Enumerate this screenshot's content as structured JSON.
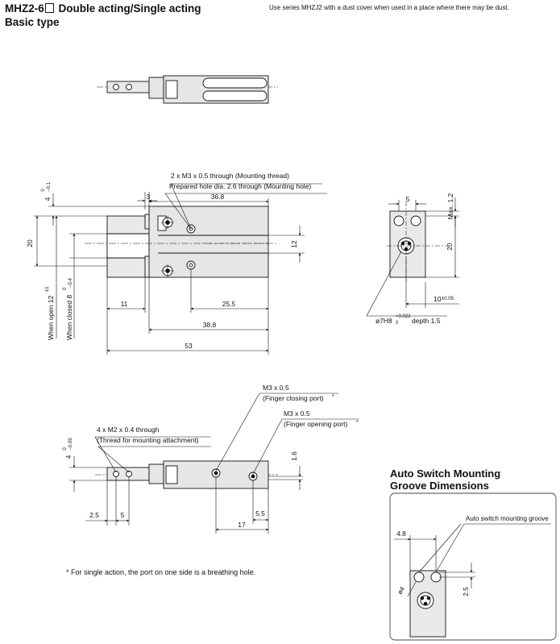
{
  "header": {
    "title_line1": "MHZ2-6",
    "title_line1_suffix": "Double acting/Single acting",
    "title_line2": "Basic type",
    "note": "Use series MHZJ2 with a dust cover when used in a place where there may be dust."
  },
  "view2": {
    "callout_line1": "2 x M3 x 0.5 through (Mounting thread)",
    "callout_line2": "Prepared hole dia. 2.6 through (Mounting hole)",
    "dim_3": "3",
    "dim_36_8": "36.8",
    "dim_4": "4",
    "dim_4_tol_top": "0",
    "dim_4_tol_bot": "−0.1",
    "dim_20": "20",
    "dim_12": "12",
    "dim_11": "11",
    "dim_25_5": "25.5",
    "dim_38_8": "38.8",
    "dim_53": "53",
    "dim_open": "When open 12",
    "dim_open_tol": "±1",
    "dim_closed": "When closed 8",
    "dim_closed_tol": "−0.4",
    "dim_closed_tol_top": "0"
  },
  "view3": {
    "dim_5": "5",
    "dim_max": "Max. 1.2",
    "dim_20": "20",
    "dim_10": "10",
    "dim_10_tol": "±0.05",
    "callout": "ø7H8",
    "callout_tol_top": "+0.022",
    "callout_tol_bot": "0",
    "callout_suffix": "depth 1.5"
  },
  "view4": {
    "port1_line1": "M3 x 0.5",
    "port1_line2": "(Finger closing port)",
    "port2_line1": "M3 x 0.5",
    "port2_line2": "(Finger opening port)",
    "asterisk": "*",
    "thread_line1": "4 x M2 x 0.4 through",
    "thread_line2": "(Thread for mounting attachment)",
    "dim_4": "4",
    "dim_4_tol_top": "0",
    "dim_4_tol_bot": "−0.05",
    "dim_1_6": "1.6",
    "dim_2_5": "2.5",
    "dim_5": "5",
    "dim_5_5": "5.5",
    "dim_17": "17"
  },
  "footnote": "* For single action, the port on one side is a breathing hole.",
  "groove": {
    "title_line1": "Auto Switch Mounting",
    "title_line2": "Groove Dimensions",
    "callout": "Auto switch mounting groove",
    "dim_4_8": "4.8",
    "dim_phi4": "ø4",
    "dim_2_5": "2.5"
  }
}
